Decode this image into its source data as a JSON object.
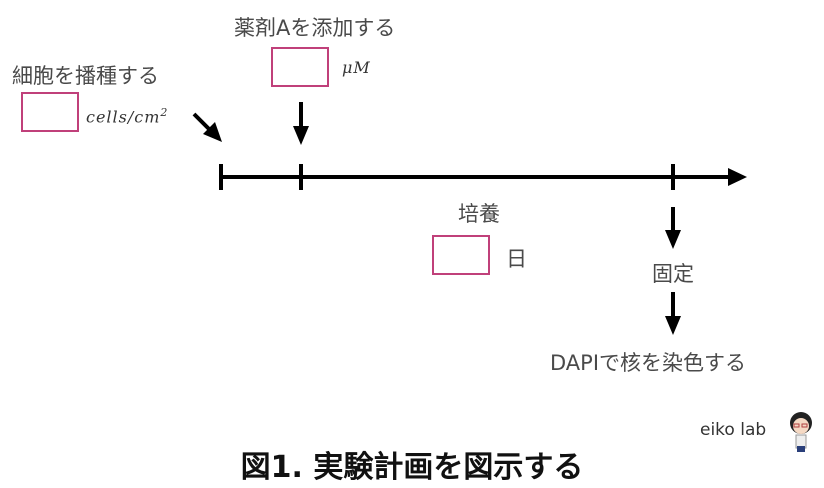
{
  "steps": {
    "seeding": {
      "label": "細胞を播種する",
      "unit": "cells/cm",
      "unit_sup": "2"
    },
    "drug": {
      "label": "薬剤Aを添加する",
      "unit": "μM"
    },
    "culture": {
      "label": "培養",
      "unit": "日"
    },
    "fix": {
      "label": "固定"
    },
    "stain": {
      "label": "DAPIで核を染色する"
    }
  },
  "input_box_color": "#c0407a",
  "caption": "図1. 実験計画を図示する",
  "brand": "eiko lab"
}
